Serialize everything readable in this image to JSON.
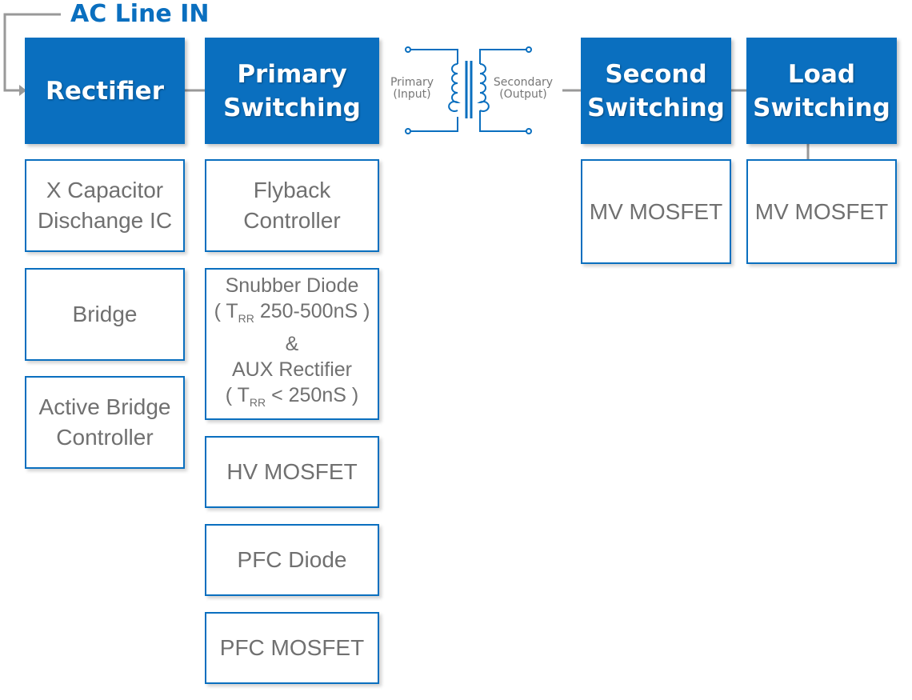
{
  "title": "AC Line IN",
  "colors": {
    "accent": "#0a6fbf",
    "text_gray": "#707070",
    "line_gray": "#999999"
  },
  "headers": {
    "rectifier": "Rectifier",
    "primary_switching": [
      "Primary",
      "Switching"
    ],
    "second_switching": [
      "Second",
      "Switching"
    ],
    "load_switching": [
      "Load",
      "Switching"
    ]
  },
  "transformer": {
    "primary_label": [
      "Primary",
      "(Input)"
    ],
    "secondary_label": [
      "Secondary",
      "(Output)"
    ]
  },
  "rectifier_items": {
    "x_cap": [
      "X Capacitor",
      "Dischange IC"
    ],
    "bridge": "Bridge",
    "active_bridge": [
      "Active Bridge",
      "Controller"
    ]
  },
  "primary_items": {
    "flyback": [
      "Flyback",
      "Controller"
    ],
    "snubber": {
      "line1": "Snubber Diode",
      "trr1_open": "( T",
      "trr1_sub": "RR",
      "trr1_rest": " 250-500nS )",
      "amp": "&",
      "line4": "AUX Rectifier",
      "trr2_open": "( T",
      "trr2_sub": "RR",
      "trr2_rest": " < 250nS )"
    },
    "hv_mosfet": "HV MOSFET",
    "pfc_diode": "PFC Diode",
    "pfc_mosfet": "PFC MOSFET"
  },
  "second_items": {
    "mv_mosfet": "MV MOSFET"
  },
  "load_items": {
    "mv_mosfet": "MV MOSFET"
  }
}
